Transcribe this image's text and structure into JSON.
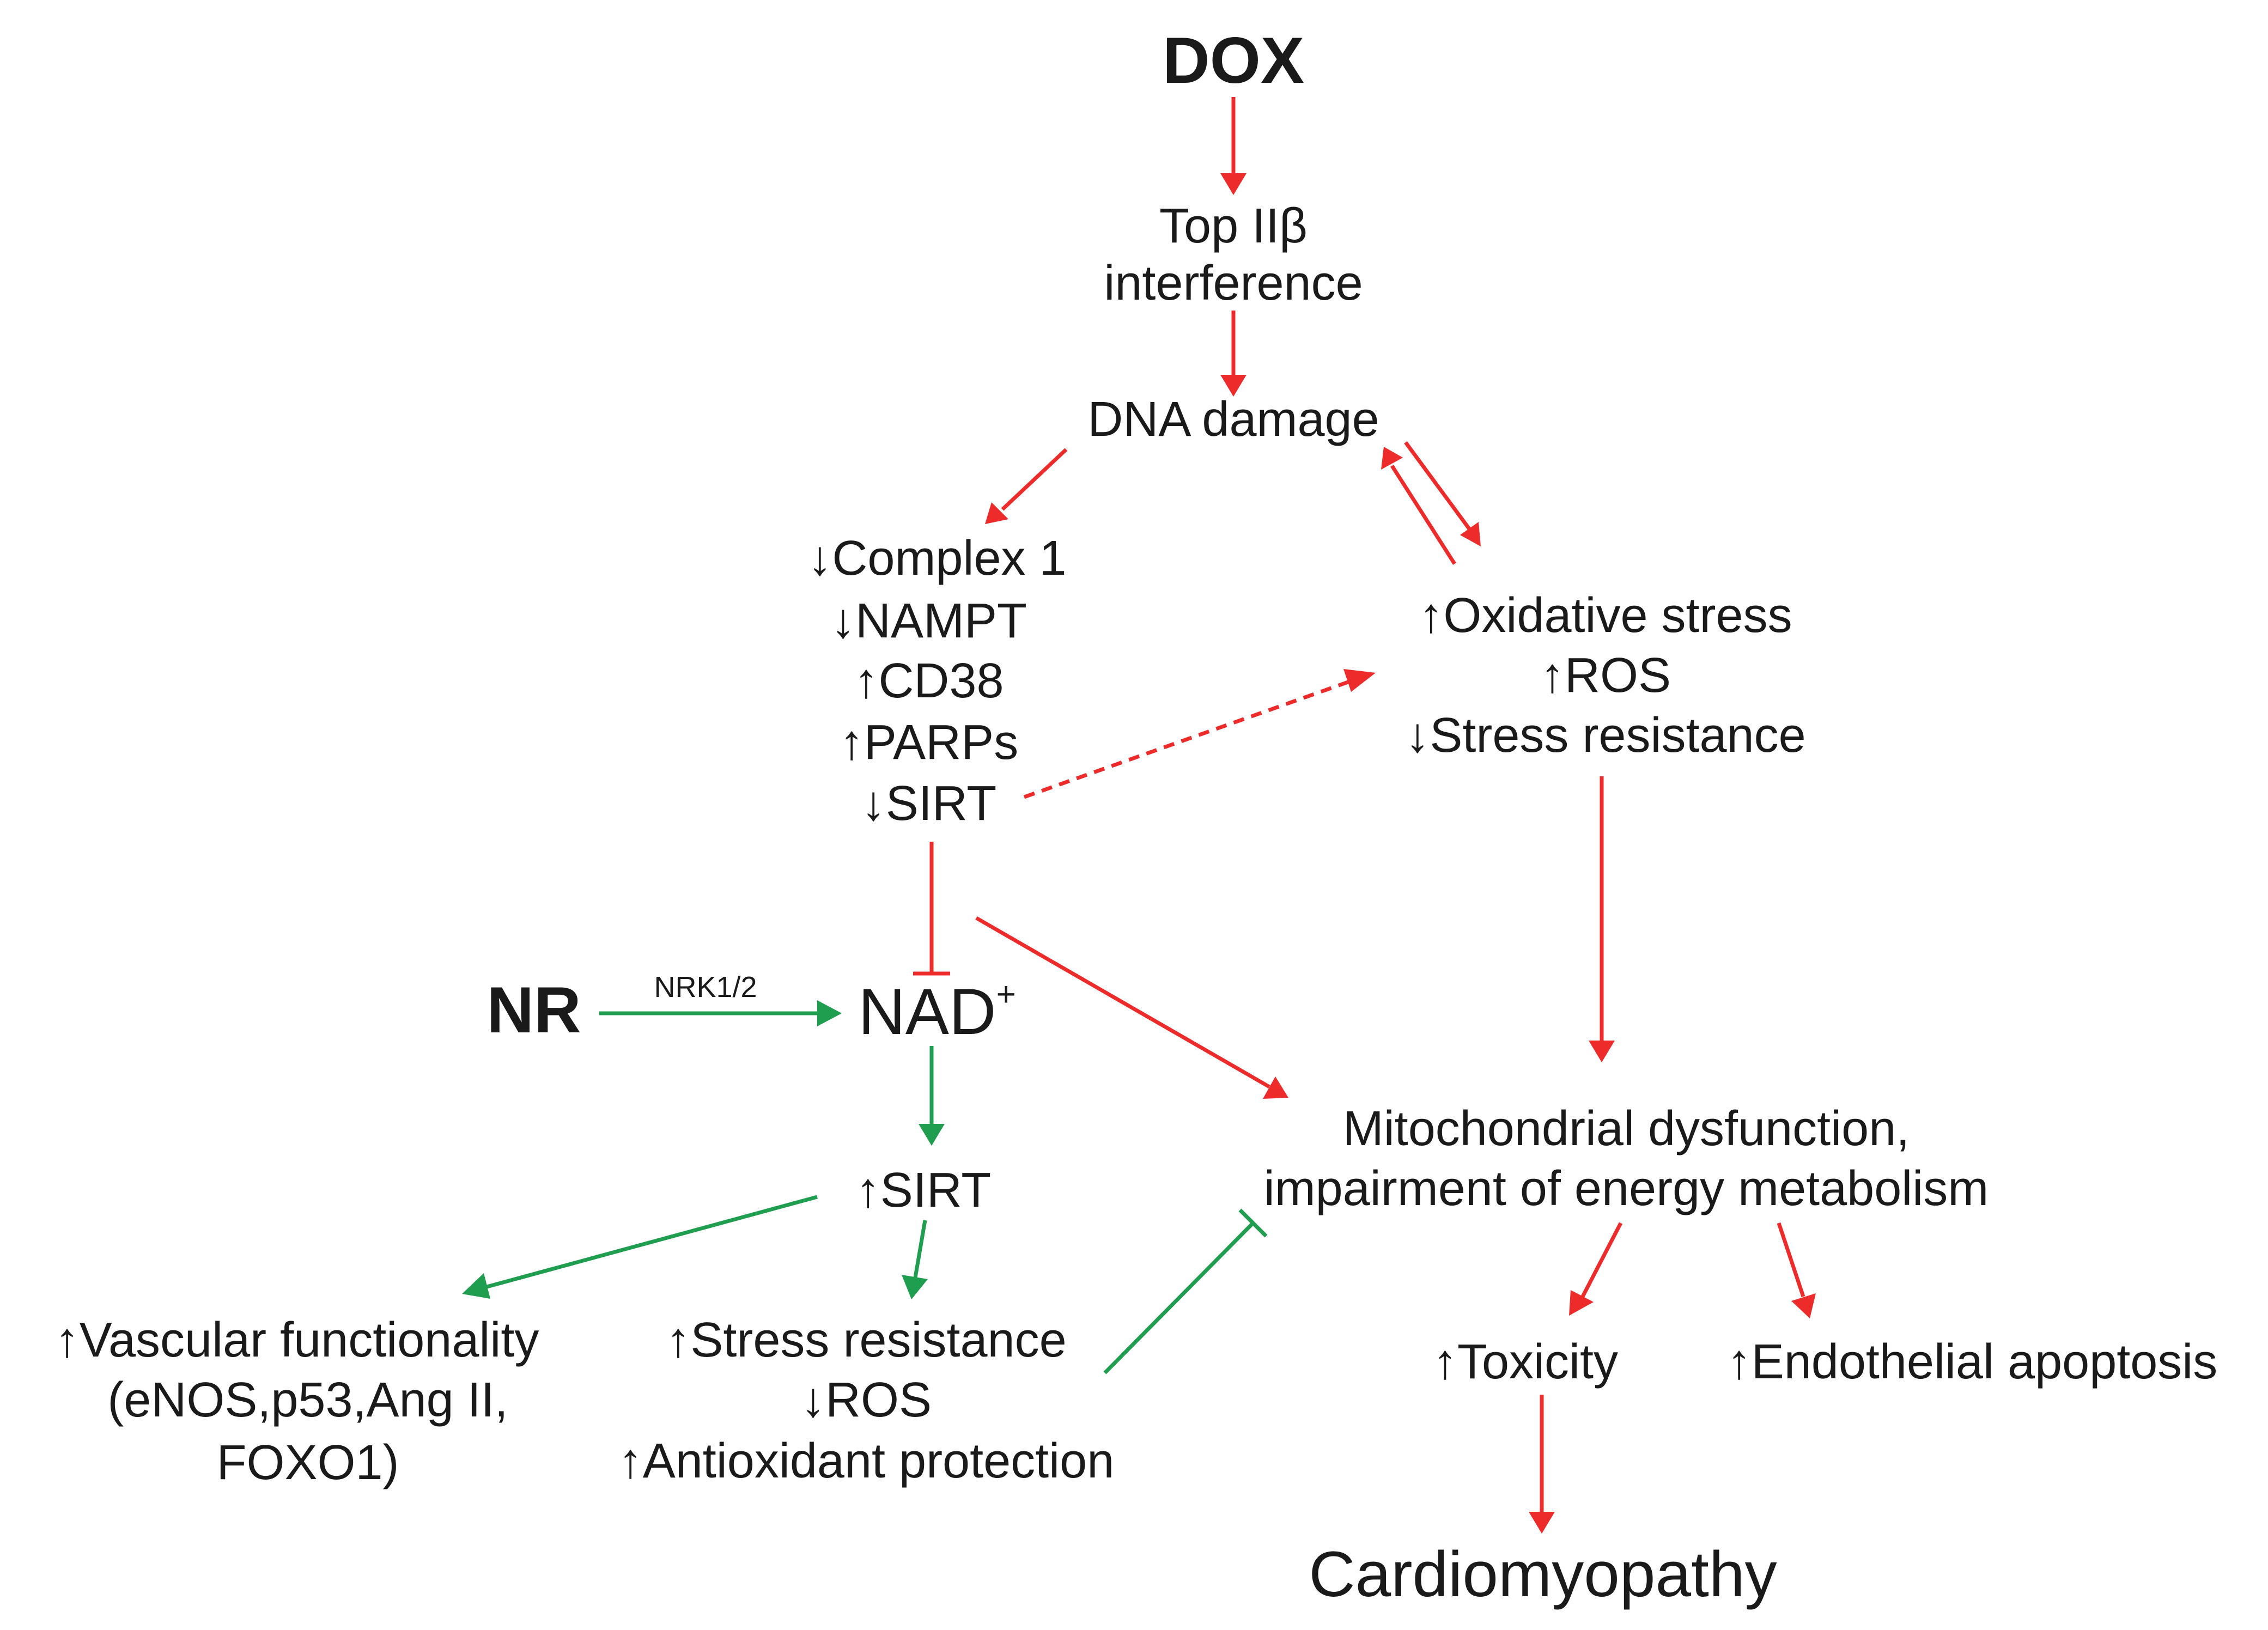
{
  "nodes": {
    "dox": "DOX",
    "top2b_line1": "Top IIβ",
    "top2b_line2": "interference",
    "dna_damage": "DNA damage",
    "complex1": "↓Complex 1",
    "nampt": "↓NAMPT",
    "cd38": "↑CD38",
    "parps": "↑PARPs",
    "sirt_down": "↓SIRT",
    "oxidative_stress": "↑Oxidative stress",
    "ros_up": "↑ROS",
    "stress_resistance_down": "↓Stress resistance",
    "nr": "NR",
    "nrk": "NRK1/2",
    "nad": "NAD",
    "nad_sup": "+",
    "sirt_up": "↑SIRT",
    "mito_line1": "Mitochondrial dysfunction,",
    "mito_line2": "impairment of energy metabolism",
    "vascular_line1": "↑Vascular functionality",
    "vascular_line2": "(eNOS,p53,Ang II,",
    "vascular_line3": "FOXO1)",
    "stress_resistance_up": "↑Stress resistance",
    "ros_down": "↓ROS",
    "antioxidant": "↑Antioxidant protection",
    "toxicity": "↑Toxicity",
    "endothelial": "↑Endothelial apoptosis",
    "cardiomyopathy": "Cardiomyopathy"
  },
  "colors": {
    "harm": "#ee2b2b",
    "benefit": "#1f9e4f",
    "text": "#1a1a1a"
  },
  "edges": [
    {
      "from": "DOX",
      "to": "Top IIβ interference",
      "type": "activates",
      "color": "harm"
    },
    {
      "from": "Top IIβ interference",
      "to": "DNA damage",
      "type": "activates",
      "color": "harm"
    },
    {
      "from": "DNA damage",
      "to": "↓Complex 1",
      "type": "activates",
      "color": "harm"
    },
    {
      "from": "DNA damage",
      "to": "↑Oxidative stress",
      "type": "activates",
      "color": "harm"
    },
    {
      "from": "↑Oxidative stress",
      "to": "DNA damage",
      "type": "activates",
      "color": "harm"
    },
    {
      "from": "↓SIRT",
      "to": "↑Oxidative stress",
      "type": "dashed",
      "color": "harm"
    },
    {
      "from": "↓SIRT",
      "to": "NAD+",
      "type": "inhibits",
      "color": "harm"
    },
    {
      "from": "↓SIRT",
      "to": "Mitochondrial dysfunction",
      "type": "activates",
      "color": "harm"
    },
    {
      "from": "↓Stress resistance",
      "to": "Mitochondrial dysfunction",
      "type": "activates",
      "color": "harm"
    },
    {
      "from": "NR",
      "to": "NAD+",
      "type": "activates",
      "color": "benefit"
    },
    {
      "from": "NAD+",
      "to": "↑SIRT",
      "type": "activates",
      "color": "benefit"
    },
    {
      "from": "↑SIRT",
      "to": "↑Vascular functionality",
      "type": "activates",
      "color": "benefit"
    },
    {
      "from": "↑SIRT",
      "to": "↑Stress resistance",
      "type": "activates",
      "color": "benefit"
    },
    {
      "from": "↑Stress resistance",
      "to": "Mitochondrial dysfunction",
      "type": "inhibits",
      "color": "benefit"
    },
    {
      "from": "Mitochondrial dysfunction",
      "to": "↑Toxicity",
      "type": "activates",
      "color": "harm"
    },
    {
      "from": "Mitochondrial dysfunction",
      "to": "↑Endothelial apoptosis",
      "type": "activates",
      "color": "harm"
    },
    {
      "from": "↑Toxicity",
      "to": "Cardiomyopathy",
      "type": "activates",
      "color": "harm"
    }
  ]
}
